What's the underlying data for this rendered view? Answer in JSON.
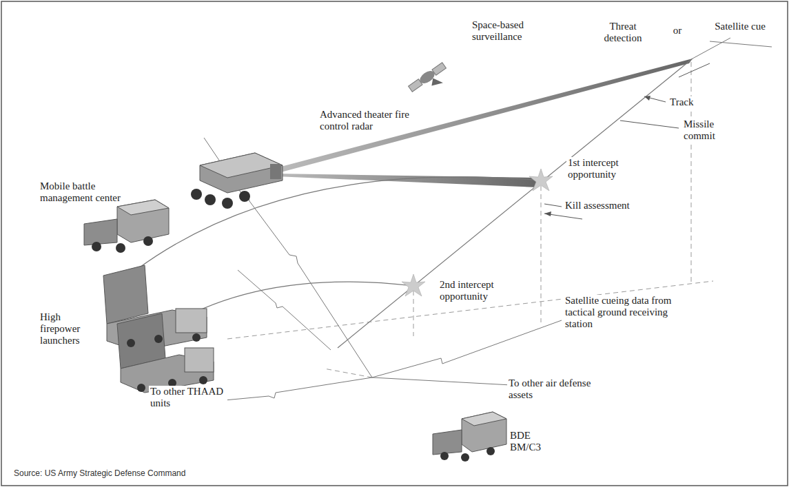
{
  "diagram": {
    "caption": "Source: US Army Strategic Defense Command",
    "labels": [
      "Threat detection",
      "or",
      "Satellite cue",
      "Space-based surveillance",
      "Advanced theater fire control radar",
      "Track",
      "Missile commit",
      "Mobile battle management center",
      "1st intercept opportunity",
      "Kill assessment",
      "2nd intercept opportunity",
      "High firepower launchers",
      "Satellite cueing data from tactical ground receiving station",
      "To other THAAD units",
      "To other air defense assets",
      "BDE BM/C3"
    ]
  }
}
